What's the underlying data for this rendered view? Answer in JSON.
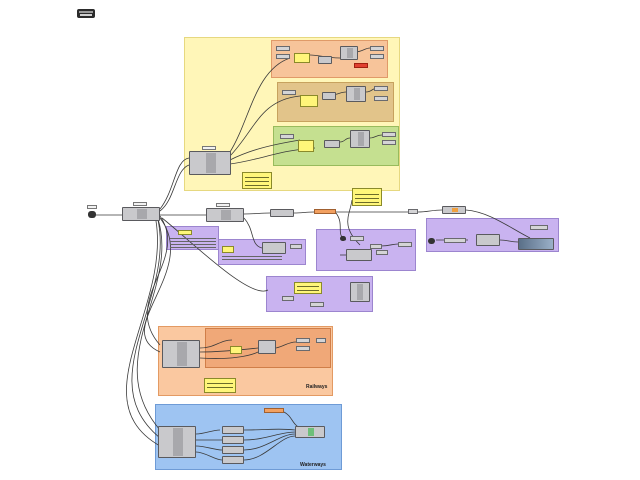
{
  "canvas": {
    "background": "#ffffff"
  },
  "groups": [
    {
      "id": "top-yellow",
      "color": "#fff6b8",
      "title": ""
    },
    {
      "id": "orange-sub",
      "color": "#f7c49a",
      "title": ""
    },
    {
      "id": "tan-sub",
      "color": "#e2c48a",
      "title": ""
    },
    {
      "id": "green-sub",
      "color": "#c5e090",
      "title": ""
    },
    {
      "id": "purple-a",
      "color": "#c9b3f0",
      "title": ""
    },
    {
      "id": "purple-b",
      "color": "#c9b3f0",
      "title": ""
    },
    {
      "id": "purple-c",
      "color": "#c9b3f0",
      "title": ""
    },
    {
      "id": "purple-d",
      "color": "#c9b3f0",
      "title": ""
    },
    {
      "id": "purple-e",
      "color": "#c9b3f0",
      "title": ""
    },
    {
      "id": "railways",
      "color": "#fac8a0",
      "title": "Railways"
    },
    {
      "id": "railways-inner",
      "color": "#f0a878",
      "title": ""
    },
    {
      "id": "waterways",
      "color": "#9ec4f2",
      "title": "Waterways"
    }
  ],
  "panel_color": "#fff67a",
  "toggle_color": "#333333",
  "wire_color": "#3a3a3a"
}
